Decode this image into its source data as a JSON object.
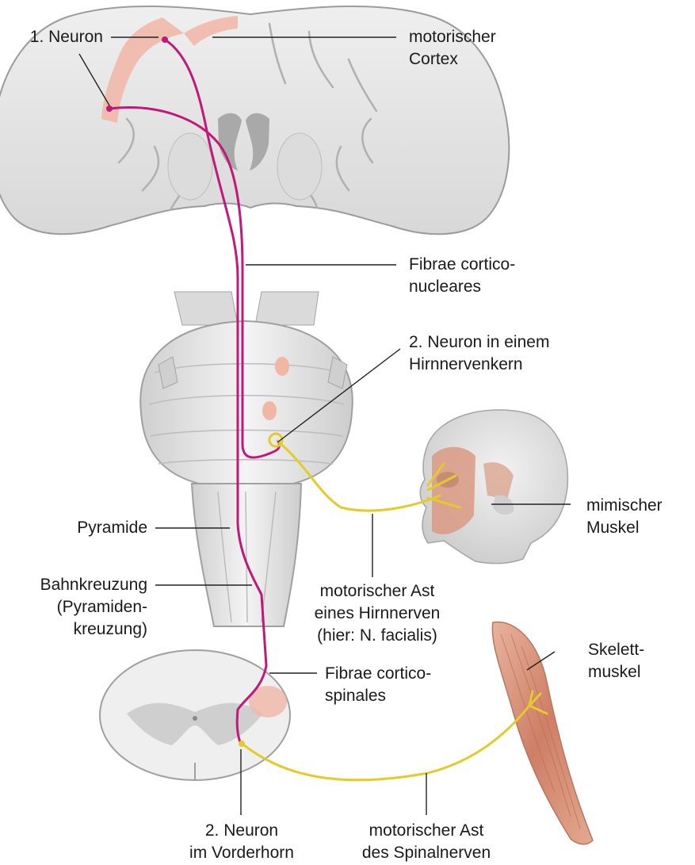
{
  "labels": {
    "neuron1": "1. Neuron",
    "motor_cortex": [
      "motorischer",
      "Cortex"
    ],
    "fibrae_corticonucleares": [
      "Fibrae cortico-",
      "nucleares"
    ],
    "neuron2_nucleus": [
      "2. Neuron in einem",
      "Hirnnervenkern"
    ],
    "mimic_muscle": [
      "mimischer",
      "Muskel"
    ],
    "pyramide": "Pyramide",
    "decussation": [
      "Bahnkreuzung",
      "(Pyramiden-",
      "kreuzung)"
    ],
    "cranial_branch": [
      "motorischer Ast",
      "eines Hirnnerven",
      "(hier: N. facialis)"
    ],
    "skeletal_muscle": [
      "Skelett-",
      "muskel"
    ],
    "fibrae_corticospinales": [
      "Fibrae cortico-",
      "spinales"
    ],
    "neuron2_horn": [
      "2. Neuron",
      "im Vorderhorn"
    ],
    "spinal_branch": [
      "motorischer Ast",
      "des Spinalnerven"
    ]
  },
  "colors": {
    "pathway": "#c2187a",
    "nerve": "#e3cc2a",
    "cortex_highlight": "#f0b6a6",
    "tissue": "#e4e4e4",
    "tissue_dark": "#b9b9b9",
    "muscle": "#d58e74",
    "leader": "#222222"
  }
}
